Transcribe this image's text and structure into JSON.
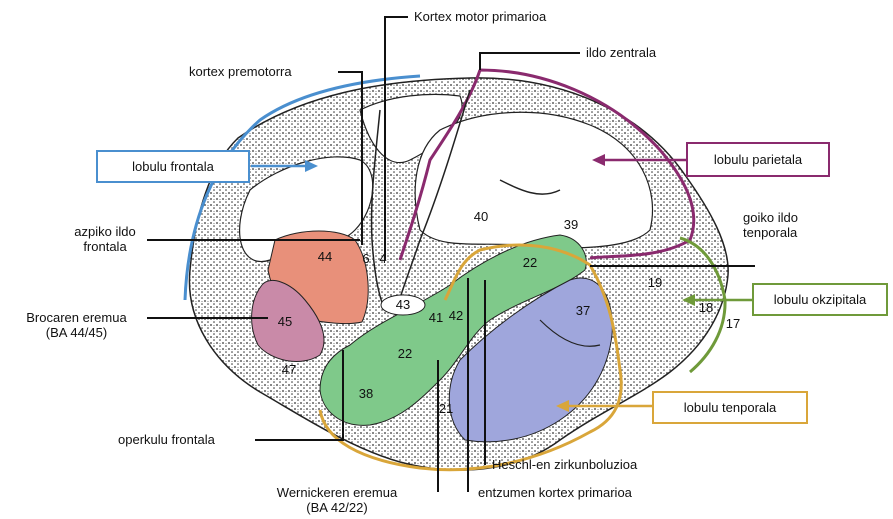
{
  "labels": {
    "motor": "Kortex motor primarioa",
    "premotor": "kortex premotorra",
    "central": "ildo zentrala",
    "sup_frontal_1": "azpiko ildo",
    "sup_frontal_2": "frontala",
    "broca_1": "Brocaren eremua",
    "broca_2": "(BA 44/45)",
    "operculum": "operkulu frontala",
    "wernicke_1": "Wernickeren eremua",
    "wernicke_2": "(BA 42/22)",
    "auditory": "entzumen kortex primarioa",
    "heschl": "Heschl-en zirkunboluzioa",
    "sup_temporal_1": "goiko ildo",
    "sup_temporal_2": "tenporala"
  },
  "lobes": {
    "frontal": "lobulu frontala",
    "parietal": "lobulu parietala",
    "occipital": "lobulu okzipitala",
    "temporal": "lobulu tenporala"
  },
  "areas": {
    "a40": "40",
    "a39": "39",
    "a6": "6",
    "a4": "4",
    "a44": "44",
    "a45": "45",
    "a47": "47",
    "a43": "43",
    "a41": "41",
    "a42": "42",
    "a22a": "22",
    "a22b": "22",
    "a38": "38",
    "a21": "21",
    "a37": "37",
    "a19": "19",
    "a18": "18",
    "a17": "17"
  },
  "colors": {
    "frontal": "#4a8fcf",
    "parietal": "#8a2a6e",
    "occipital": "#6f9a3a",
    "temporal": "#d9a63a",
    "broca_44": "#e8907a",
    "broca_45": "#c98aa8",
    "wernicke": "#7fc98a",
    "area37": "#9fa6dc"
  }
}
